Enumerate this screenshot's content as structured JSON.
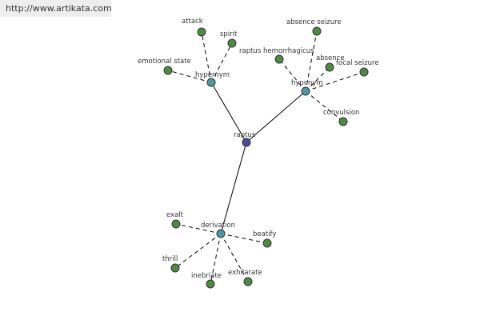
{
  "site": {
    "url_text": "http://www.artikata.com"
  },
  "colors": {
    "root": "#4b4b9a",
    "relation": "#4c9a9e",
    "leaf": "#4f8a45",
    "edge": "#000000"
  },
  "graph": {
    "root": {
      "id": "raptus",
      "label": "raptus"
    },
    "relations": [
      {
        "id": "hypernym",
        "label": "hypernym",
        "children": [
          {
            "id": "attack",
            "label": "attack"
          },
          {
            "id": "spirit",
            "label": "spirit"
          },
          {
            "id": "emotional-state",
            "label": "emotional state"
          }
        ]
      },
      {
        "id": "hyponym",
        "label": "hyponym",
        "children": [
          {
            "id": "absence-seizure",
            "label": "absence seizure"
          },
          {
            "id": "raptus-hemorrhagicus",
            "label": "raptus hemorrhagicus"
          },
          {
            "id": "absence",
            "label": "absence"
          },
          {
            "id": "focal-seizure",
            "label": "focal seizure"
          },
          {
            "id": "convulsion",
            "label": "convulsion"
          }
        ]
      },
      {
        "id": "derivation",
        "label": "derivation",
        "children": [
          {
            "id": "exalt",
            "label": "exalt"
          },
          {
            "id": "beatify",
            "label": "beatify"
          },
          {
            "id": "thrill",
            "label": "thrill"
          },
          {
            "id": "inebriate",
            "label": "inebriate"
          },
          {
            "id": "exhilarate",
            "label": "exhilarate"
          }
        ]
      }
    ]
  }
}
